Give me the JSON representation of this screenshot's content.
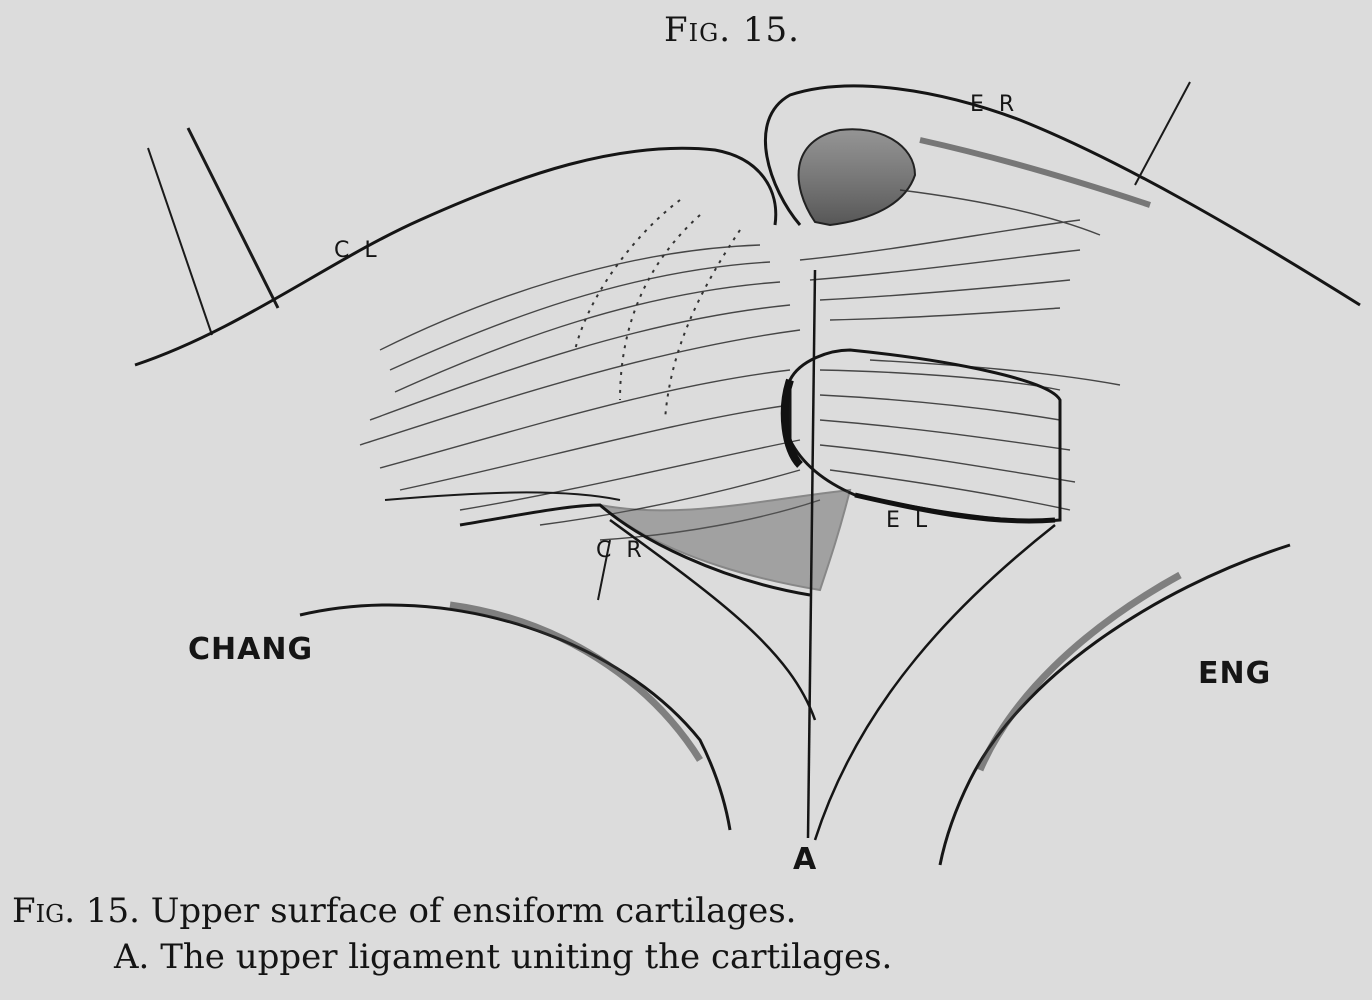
{
  "figure": {
    "title": "Fig. 15."
  },
  "labels": {
    "cl": "C L",
    "er": "E R",
    "cr": "C R",
    "el": "E L",
    "chang": "CHANG",
    "eng": "ENG",
    "a": "A"
  },
  "caption": {
    "line1_prefix": "Fig. 15.",
    "line1_text": "Upper surface of ensiform cartilages.",
    "line2_prefix": "A.",
    "line2_text": "The upper ligament uniting the cartilages."
  },
  "colors": {
    "background": "#dcdcdc",
    "ink": "#161616"
  }
}
